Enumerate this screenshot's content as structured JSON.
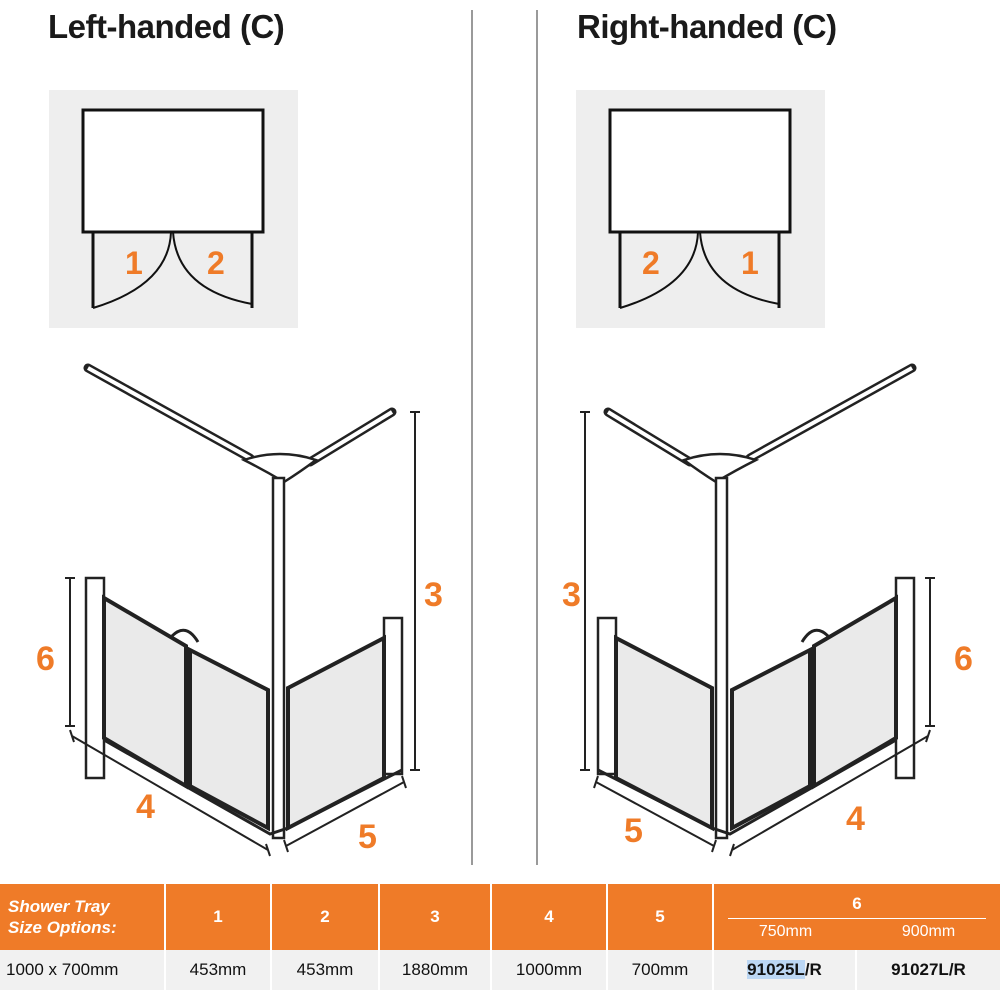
{
  "left": {
    "title": "Left-handed (C)",
    "door1": "1",
    "door2": "2",
    "dim3": "3",
    "dim4": "4",
    "dim5": "5",
    "dim6": "6"
  },
  "right": {
    "title": "Right-handed (C)",
    "door1": "2",
    "door2": "1",
    "dim3": "3",
    "dim4": "4",
    "dim5": "5",
    "dim6": "6"
  },
  "colors": {
    "accent": "#ef7b28",
    "plan_bg": "#eeeeee",
    "divider": "#9a9a9a"
  },
  "table": {
    "header_label_line1": "Shower Tray",
    "header_label_line2": "Size Options:",
    "columns": [
      "1",
      "2",
      "3",
      "4",
      "5"
    ],
    "col6_label": "6",
    "col6_sub": [
      "750mm",
      "900mm"
    ],
    "row": {
      "size": "1000 x 700mm",
      "cells": [
        "453mm",
        "453mm",
        "1880mm",
        "1000mm",
        "700mm"
      ],
      "code_750_a": "91025L",
      "code_750_b": "/R",
      "code_900": "91027L/R"
    }
  }
}
